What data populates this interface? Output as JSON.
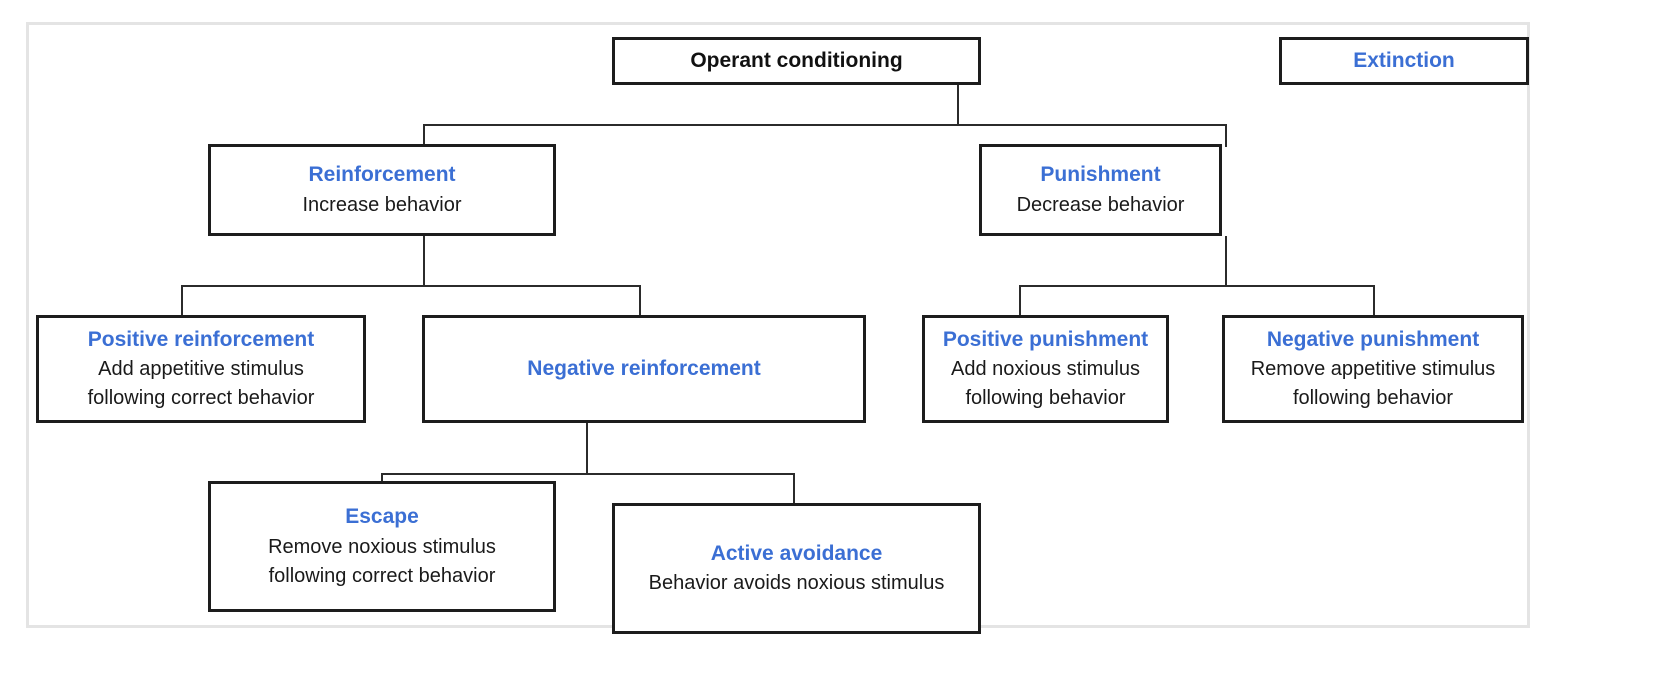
{
  "diagram": {
    "title": "Operant conditioning",
    "frame_border_color": "#e4e4e4",
    "accent_color": "#3b6fd4",
    "box_border_color": "#1d1d1d",
    "body_text_color": "#1a1a1a",
    "nodes": {
      "operant_conditioning": {
        "heading": "Operant conditioning",
        "heading_color": "#111111",
        "lines": []
      },
      "extinction": {
        "heading": "Extinction",
        "heading_color": "#3b6fd4",
        "lines": []
      },
      "reinforcement": {
        "heading": "Reinforcement",
        "heading_color": "#3b6fd4",
        "lines": [
          "Increase behavior"
        ]
      },
      "punishment": {
        "heading": "Punishment",
        "heading_color": "#3b6fd4",
        "lines": [
          "Decrease behavior"
        ]
      },
      "positive_reinforcement": {
        "heading": "Positive reinforcement",
        "heading_color": "#3b6fd4",
        "lines": [
          "Add appetitive stimulus",
          "following correct behavior"
        ]
      },
      "negative_reinforcement": {
        "heading": "Negative reinforcement",
        "heading_color": "#3b6fd4",
        "lines": []
      },
      "positive_punishment": {
        "heading": "Positive punishment",
        "heading_color": "#3b6fd4",
        "lines": [
          "Add noxious stimulus",
          "following behavior"
        ]
      },
      "negative_punishment": {
        "heading": "Negative punishment",
        "heading_color": "#3b6fd4",
        "lines": [
          "Remove appetitive stimulus",
          "following behavior"
        ]
      },
      "escape": {
        "heading": "Escape",
        "heading_color": "#3b6fd4",
        "lines": [
          "Remove noxious stimulus",
          "following correct behavior"
        ]
      },
      "active_avoidance": {
        "heading": "Active avoidance",
        "heading_color": "#3b6fd4",
        "lines": [
          "Behavior avoids noxious stimulus"
        ]
      }
    }
  }
}
